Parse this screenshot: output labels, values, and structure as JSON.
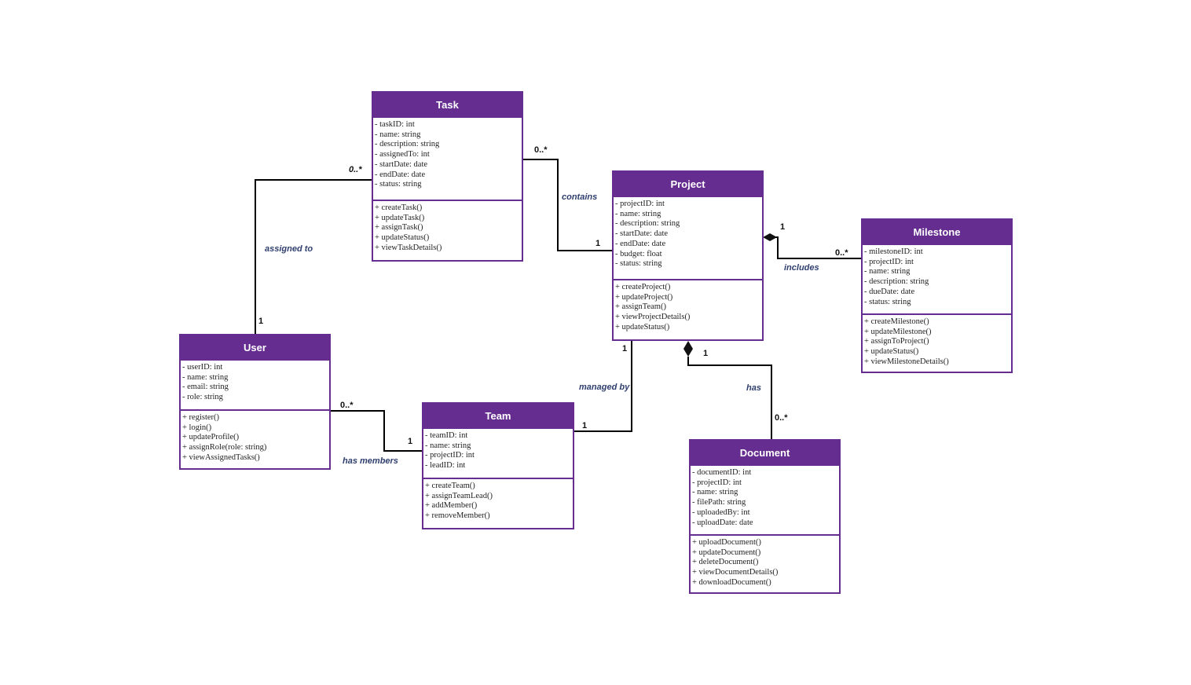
{
  "colors": {
    "class_header": "#662d91",
    "class_border": "#662d91",
    "connector": "#000000",
    "association_label": "#2f3f6e"
  },
  "classes": {
    "task": {
      "name": "Task",
      "attributes": [
        "- taskID: int",
        "- name: string",
        "- description: string",
        "- assignedTo: int",
        "- startDate: date",
        "- endDate: date",
        "- status: string"
      ],
      "methods": [
        "+ createTask()",
        "+ updateTask()",
        "+ assignTask()",
        "+ updateStatus()",
        "+ viewTaskDetails()"
      ]
    },
    "project": {
      "name": "Project",
      "attributes": [
        "- projectID: int",
        "- name: string",
        "- description: string",
        "- startDate: date",
        "- endDate: date",
        "- budget: float",
        "- status: string"
      ],
      "methods": [
        "+ createProject()",
        "+ updateProject()",
        "+ assignTeam()",
        "+ viewProjectDetails()",
        "+ updateStatus()"
      ]
    },
    "milestone": {
      "name": "Milestone",
      "attributes": [
        "- milestoneID: int",
        "- projectID: int",
        "- name: string",
        "- description: string",
        "- dueDate: date",
        "- status: string"
      ],
      "methods": [
        "+ createMilestone()",
        "+ updateMilestone()",
        "+ assignToProject()",
        "+ updateStatus()",
        "+ viewMilestoneDetails()"
      ]
    },
    "user": {
      "name": "User",
      "attributes": [
        "- userID: int",
        "- name: string",
        "- email: string",
        "- role: string"
      ],
      "methods": [
        "+ register()",
        "+ login()",
        "+ updateProfile()",
        "+ assignRole(role: string)",
        "+ viewAssignedTasks()"
      ]
    },
    "team": {
      "name": "Team",
      "attributes": [
        "- teamID: int",
        "- name: string",
        "- projectID: int",
        "- leadID: int"
      ],
      "methods": [
        "+ createTeam()",
        "+ assignTeamLead()",
        "+ addMember()",
        "+ removeMember()"
      ]
    },
    "document": {
      "name": "Document",
      "attributes": [
        "- documentID: int",
        "- projectID: int",
        "- name: string",
        "- filePath: string",
        "- uploadedBy: int",
        "- uploadDate: date"
      ],
      "methods": [
        "+ uploadDocument()",
        "+ updateDocument()",
        "+ deleteDocument()",
        "+ viewDocumentDetails()",
        "+ downloadDocument()"
      ]
    }
  },
  "relationships": {
    "assigned_to": {
      "label": "assigned to",
      "user_multiplicity": "1",
      "task_multiplicity": "0..*"
    },
    "contains": {
      "label": "contains",
      "task_multiplicity": "0..*",
      "project_multiplicity": "1"
    },
    "includes": {
      "label": "includes",
      "project_multiplicity": "1",
      "milestone_multiplicity": "0..*",
      "type": "composition"
    },
    "managed_by": {
      "label": "managed by",
      "project_multiplicity": "1",
      "team_multiplicity": "1"
    },
    "has": {
      "label": "has",
      "project_multiplicity": "1",
      "document_multiplicity": "0..*",
      "type": "composition"
    },
    "has_members": {
      "label": "has members",
      "user_multiplicity": "0..*",
      "team_multiplicity": "1"
    }
  }
}
